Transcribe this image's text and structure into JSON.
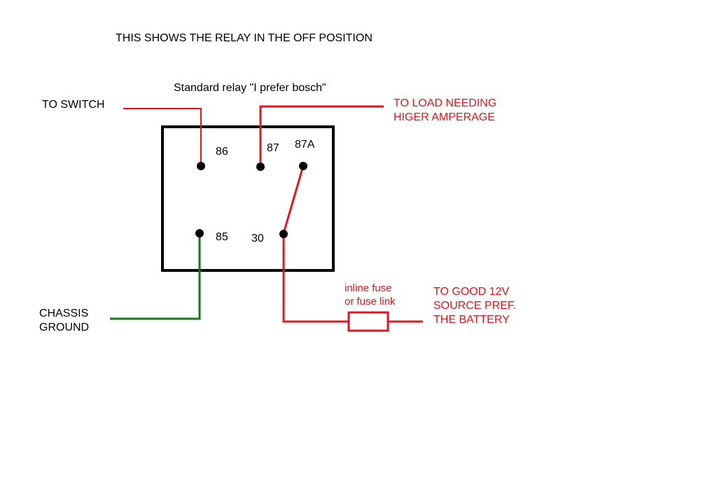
{
  "diagram": {
    "title": "THIS SHOWS THE RELAY IN THE OFF POSITION",
    "relay_caption": "Standard relay \"I prefer bosch\"",
    "pins": {
      "p86": "86",
      "p87": "87",
      "p87a": "87A",
      "p85": "85",
      "p30": "30"
    },
    "labels": {
      "to_switch": "TO SWITCH",
      "load_line1": "TO LOAD NEEDING",
      "load_line2": "HIGER AMPERAGE",
      "ground_line1": "CHASSIS",
      "ground_line2": "GROUND",
      "fuse_line1": "inline fuse",
      "fuse_line2": "or fuse link",
      "source_line1": "TO GOOD 12V",
      "source_line2": "SOURCE PREF.",
      "source_line3": "THE BATTERY"
    },
    "colors": {
      "wire_red": "#e8141c",
      "wire_green": "#137a13",
      "outline": "#000000",
      "text_red": "#e8141c"
    }
  }
}
